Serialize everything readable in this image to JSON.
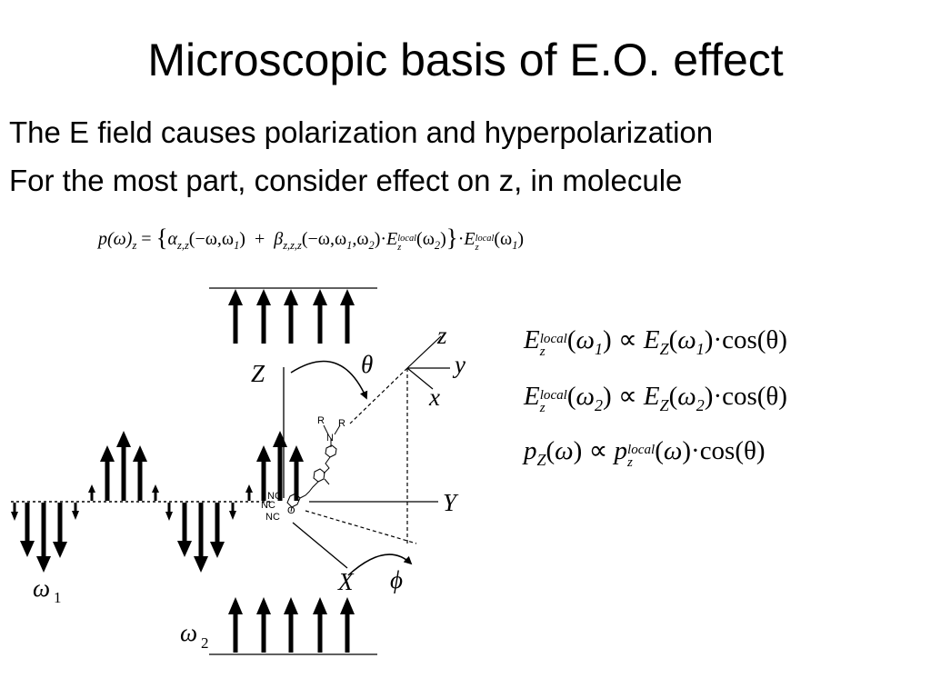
{
  "slide": {
    "title": "Microscopic basis of E.O. effect",
    "bullets": [
      "The E field causes polarization and hyperpolarization",
      "For the most part, consider effect on z, in molecule"
    ]
  },
  "equation_main": {
    "lhs": "p(ω)",
    "lhs_sub": "z",
    "alpha": "α",
    "alpha_sub": "z,z",
    "alpha_args": "(−ω,ω",
    "beta": "β",
    "beta_sub": "z,z,z",
    "beta_args": "(−ω,ω",
    "omega2_args": ",ω",
    "E": "E",
    "E_sup": "local",
    "E_sub": "z",
    "eq_sign": "=",
    "plus": "+",
    "one": "1",
    "two": "2"
  },
  "equations_right": [
    {
      "lhs": "E",
      "sup": "local",
      "sub": "z",
      "arg": "ω",
      "arg_sub": "1",
      "rel": "∝",
      "rhs": "E",
      "rhs_sub": "Z",
      "rhs_arg": "ω",
      "rhs_arg_sub": "1",
      "factor": "·cos(θ)"
    },
    {
      "lhs": "E",
      "sup": "local",
      "sub": "z",
      "arg": "ω",
      "arg_sub": "2",
      "rel": "∝",
      "rhs": "E",
      "rhs_sub": "Z",
      "rhs_arg": "ω",
      "rhs_arg_sub": "2",
      "factor": "·cos(θ)"
    },
    {
      "lhs": "p",
      "lhs_sub": "Z",
      "arg": "ω",
      "rel": "∝",
      "rhs": "p",
      "rhs_sup": "local",
      "rhs_sub": "z",
      "rhs_arg": "ω",
      "factor": "·cos(θ)"
    }
  ],
  "diagram": {
    "axis_Z": "Z",
    "axis_Y": "Y",
    "axis_X": "X",
    "mol_z": "z",
    "mol_y": "y",
    "mol_x": "x",
    "theta": "θ",
    "phi": "ϕ",
    "omega": "ω",
    "omega1_sub": "1",
    "omega2_sub": "2",
    "mol_R1": "R",
    "mol_R2": "R",
    "mol_N": "N",
    "mol_NC1": "NC",
    "mol_NC2": "NC",
    "mol_NC3": "NC",
    "mol_O": "O"
  }
}
